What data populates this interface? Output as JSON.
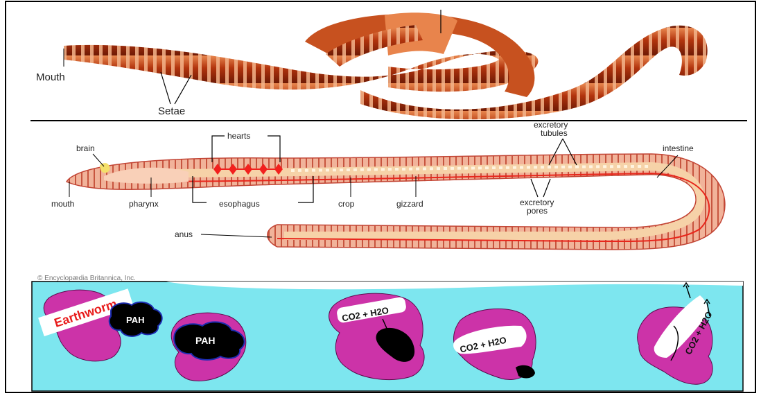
{
  "top_panel": {
    "labels": {
      "mouth": "Mouth",
      "setae": "Setae"
    }
  },
  "middle_panel": {
    "labels": {
      "brain": "brain",
      "hearts": "hearts",
      "excretory_tubules_line1": "excretory",
      "excretory_tubules_line2": "tubules",
      "intestine": "intestine",
      "mouth": "mouth",
      "pharynx": "pharynx",
      "esophagus": "esophagus",
      "crop": "crop",
      "gizzard": "gizzard",
      "excretory_pores_line1": "excretory",
      "excretory_pores_line2": "pores",
      "anus": "anus"
    },
    "credit": "© Encyclopædia Britannica, Inc."
  },
  "bottom_panel": {
    "earthworm_tag": "Earthworm",
    "pah_label_1": "PAH",
    "pah_label_2": "PAH",
    "co2_h2o_1": "CO2 + H2O",
    "co2_h2o_2": "CO2 + H2O",
    "co2_h2o_3": "CO2 + H2O"
  },
  "colors": {
    "worm_body": "#b2340d",
    "worm_band": "#f0a27a",
    "cell_magenta": "#cc33a8",
    "water_cyan": "#7de6ef",
    "pah_black": "#000000",
    "heart_red": "#f2201e",
    "tag_red": "#e81c1c"
  }
}
